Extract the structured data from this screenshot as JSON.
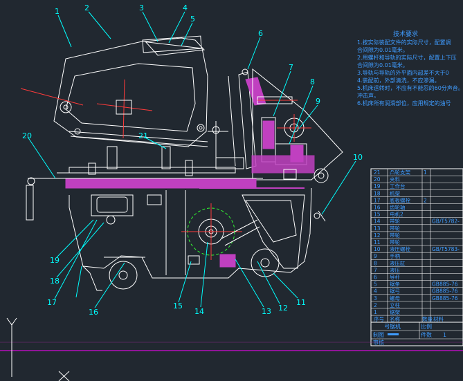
{
  "drawing": {
    "callouts": [
      "1",
      "2",
      "3",
      "4",
      "5",
      "6",
      "7",
      "8",
      "9",
      "10",
      "11",
      "12",
      "13",
      "14",
      "15",
      "16",
      "17",
      "18",
      "19",
      "20",
      "21"
    ],
    "tech_title": "技术要求",
    "tech_lines": [
      "1.按实际装配文件的实际尺寸，配置调",
      "  合间隙为0.01毫米。",
      "2.用螺杆和导轨的实际尺寸，配置上下压",
      "  合间隙为0.01毫米。",
      "3.导轨与导轨的外平面内超差不大于0",
      "4.装配前，外部清洗，不应渗漏。",
      "5.机床运转时，不应有不能忍的60分声音。",
      "  冲击声。",
      "6.机床所有润滑部位，应用规定的油号"
    ],
    "bom": [
      {
        "no": "21",
        "name": "凸轮支架",
        "qty": "1",
        "std": ""
      },
      {
        "no": "20",
        "name": "夹料",
        "qty": "",
        "std": ""
      },
      {
        "no": "19",
        "name": "工作台",
        "qty": "",
        "std": ""
      },
      {
        "no": "18",
        "name": "机架",
        "qty": "",
        "std": ""
      },
      {
        "no": "17",
        "name": "底板螺栓",
        "qty": "2",
        "std": ""
      },
      {
        "no": "16",
        "name": "齿轮轴",
        "qty": "",
        "std": ""
      },
      {
        "no": "15",
        "name": "电机2",
        "qty": "",
        "std": ""
      },
      {
        "no": "14",
        "name": "带轮",
        "qty": "",
        "std": "GB/T5782-"
      },
      {
        "no": "13",
        "name": "带轮",
        "qty": "",
        "std": ""
      },
      {
        "no": "12",
        "name": "带轮",
        "qty": "",
        "std": ""
      },
      {
        "no": "11",
        "name": "带轮",
        "qty": "",
        "std": ""
      },
      {
        "no": "10",
        "name": "液压螺栓",
        "qty": "",
        "std": "GB/T5783-"
      },
      {
        "no": "9",
        "name": "手柄",
        "qty": "",
        "std": ""
      },
      {
        "no": "8",
        "name": "液压缸",
        "qty": "",
        "std": ""
      },
      {
        "no": "7",
        "name": "液压",
        "qty": "",
        "std": ""
      },
      {
        "no": "6",
        "name": "导杆",
        "qty": "",
        "std": ""
      },
      {
        "no": "5",
        "name": "锯条",
        "qty": "",
        "std": "GB885-76"
      },
      {
        "no": "4",
        "name": "锯弓",
        "qty": "",
        "std": "GB885-76"
      },
      {
        "no": "3",
        "name": "螺母",
        "qty": "",
        "std": "GB885-76"
      },
      {
        "no": "2",
        "name": "立柱",
        "qty": "",
        "std": ""
      },
      {
        "no": "1",
        "name": "锯架",
        "qty": "",
        "std": ""
      }
    ],
    "bom_header": {
      "no": "序号",
      "name": "名称",
      "qty": "数量",
      "material": "材料"
    },
    "title_block": {
      "name": "弓锯机",
      "label_ratio": "比例",
      "label_count": "件数",
      "label_drawn": "制图",
      "label_checked": "审核",
      "value_count": "1"
    }
  },
  "colors": {
    "background": "#212830",
    "line": "#ffffff",
    "callout": "#00ffff",
    "centerline": "#ff3b3b",
    "hatch": "#c040c0",
    "gear": "#33ff33",
    "text": "#3f9cff",
    "frame": "#ff00ff",
    "cyan": "#00e5ff"
  }
}
